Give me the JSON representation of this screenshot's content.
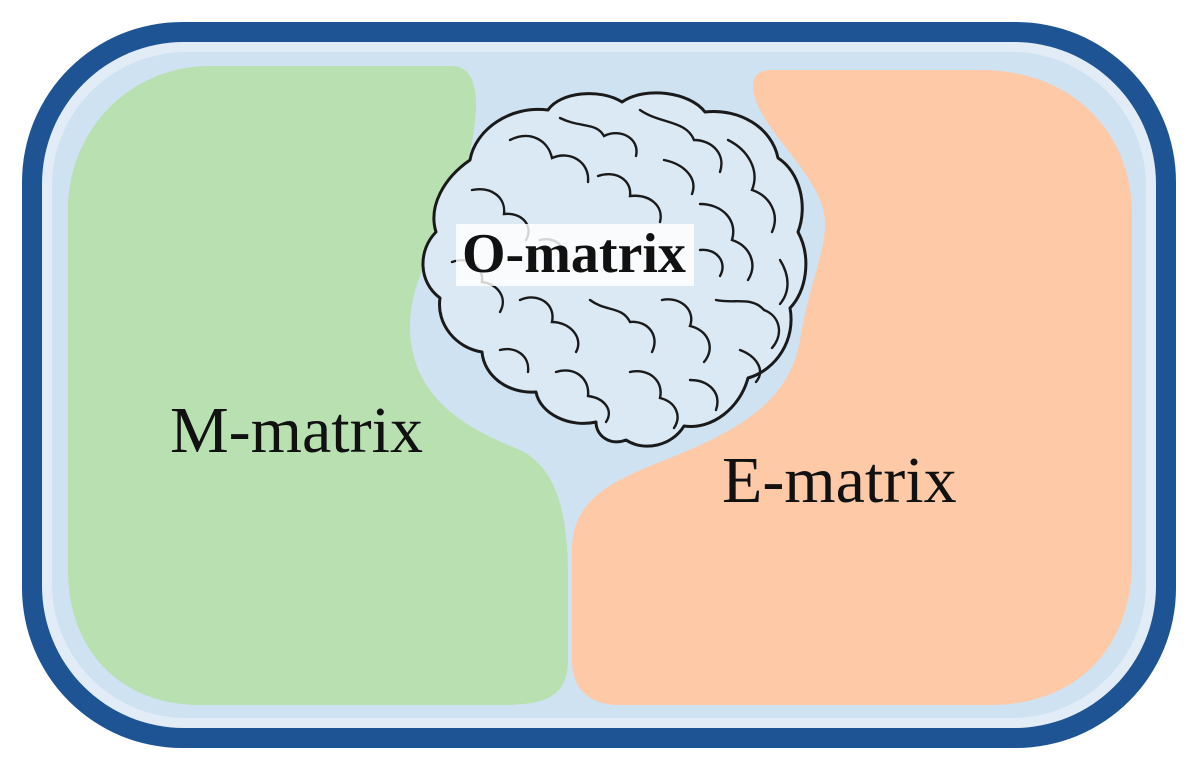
{
  "diagram": {
    "regions": {
      "m_matrix": {
        "label": "M-matrix",
        "color": "#b8e0b0"
      },
      "e_matrix": {
        "label": "E-matrix",
        "color": "#fdc9a7"
      },
      "o_matrix": {
        "label": "O-matrix",
        "icon": "brain-icon"
      }
    },
    "colors": {
      "border": "#1f5494",
      "container_fill": "#cfe2f2",
      "brain_fill": "#dbe9f5",
      "brain_stroke": "#1a1a1a"
    }
  }
}
